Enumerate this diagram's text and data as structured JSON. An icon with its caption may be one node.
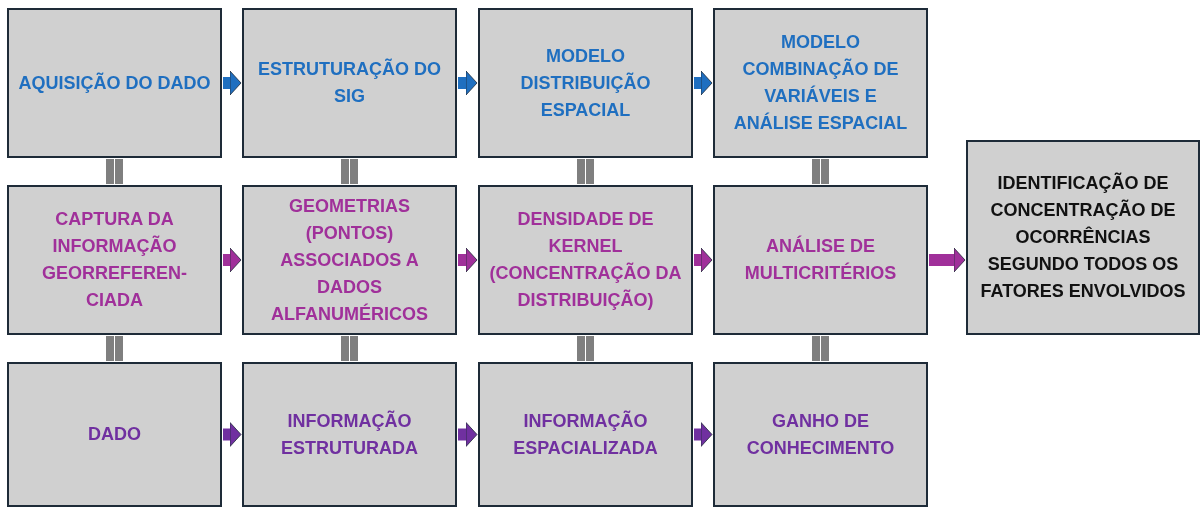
{
  "diagram": {
    "nodes": [
      {
        "text": [
          "AQUISIÇÃO DO DADO"
        ]
      },
      {
        "text": [
          "ESTRUTURAÇÃO DO SIG"
        ]
      },
      {
        "text": [
          "MODELO DISTRIBUIÇÃO ESPACIAL"
        ]
      },
      {
        "text": [
          "MODELO COMBINAÇÃO DE VARIÁVEIS E ANÁLISE ESPACIAL"
        ]
      },
      {
        "text": [
          "CAPTURA DA INFORMAÇÃO GEORREFEREN- CIADA"
        ]
      },
      {
        "text": [
          "GEOMETRIAS (PONTOS) ASSOCIADOS A DADOS ALFANUMÉRICOS"
        ]
      },
      {
        "text": [
          "DENSIDADE DE KERNEL (CONCENTRAÇÃO DA DISTRIBUIÇÃO)"
        ]
      },
      {
        "text": [
          "ANÁLISE DE MULTICRITÉRIOS"
        ]
      },
      {
        "text": [
          "IDENTIFICAÇÃO DE CONCENTRAÇÃO DE OCORRÊNCIAS SEGUNDO TODOS OS FATORES ENVOLVIDOS"
        ]
      },
      {
        "text": [
          "DADO"
        ]
      },
      {
        "text": [
          "INFORMAÇÃO ESTRUTURADA"
        ]
      },
      {
        "text": [
          "INFORMAÇÃO ESPACIALIZADA"
        ]
      },
      {
        "text": [
          "GANHO DE CONHECIMENTO"
        ]
      }
    ],
    "edges": [
      {
        "from": 0,
        "to": 1,
        "arrow": "to",
        "color": "#1f6fc0"
      },
      {
        "from": 1,
        "to": 2,
        "arrow": "to",
        "color": "#1f6fc0"
      },
      {
        "from": 2,
        "to": 3,
        "arrow": "to",
        "color": "#1f6fc0"
      },
      {
        "from": 4,
        "to": 5,
        "arrow": "to",
        "color": "#a0309a"
      },
      {
        "from": 5,
        "to": 6,
        "arrow": "to",
        "color": "#a0309a"
      },
      {
        "from": 6,
        "to": 7,
        "arrow": "to",
        "color": "#a0309a"
      },
      {
        "from": 7,
        "to": 8,
        "arrow": "to",
        "color": "#a0309a"
      },
      {
        "from": 9,
        "to": 10,
        "arrow": "to",
        "color": "#7030a0"
      },
      {
        "from": 10,
        "to": 11,
        "arrow": "to",
        "color": "#7030a0"
      },
      {
        "from": 11,
        "to": 12,
        "arrow": "to",
        "color": "#7030a0"
      },
      {
        "from": 0,
        "to": 4,
        "arrow": "none",
        "color": "#7f7f7f"
      },
      {
        "from": 1,
        "to": 5,
        "arrow": "none",
        "color": "#7f7f7f"
      },
      {
        "from": 2,
        "to": 6,
        "arrow": "none",
        "color": "#7f7f7f"
      },
      {
        "from": 3,
        "to": 7,
        "arrow": "none",
        "color": "#7f7f7f"
      },
      {
        "from": 4,
        "to": 9,
        "arrow": "none",
        "color": "#7f7f7f"
      },
      {
        "from": 5,
        "to": 10,
        "arrow": "none",
        "color": "#7f7f7f"
      },
      {
        "from": 6,
        "to": 11,
        "arrow": "none",
        "color": "#7f7f7f"
      },
      {
        "from": 7,
        "to": 12,
        "arrow": "none",
        "color": "#7f7f7f"
      }
    ]
  }
}
